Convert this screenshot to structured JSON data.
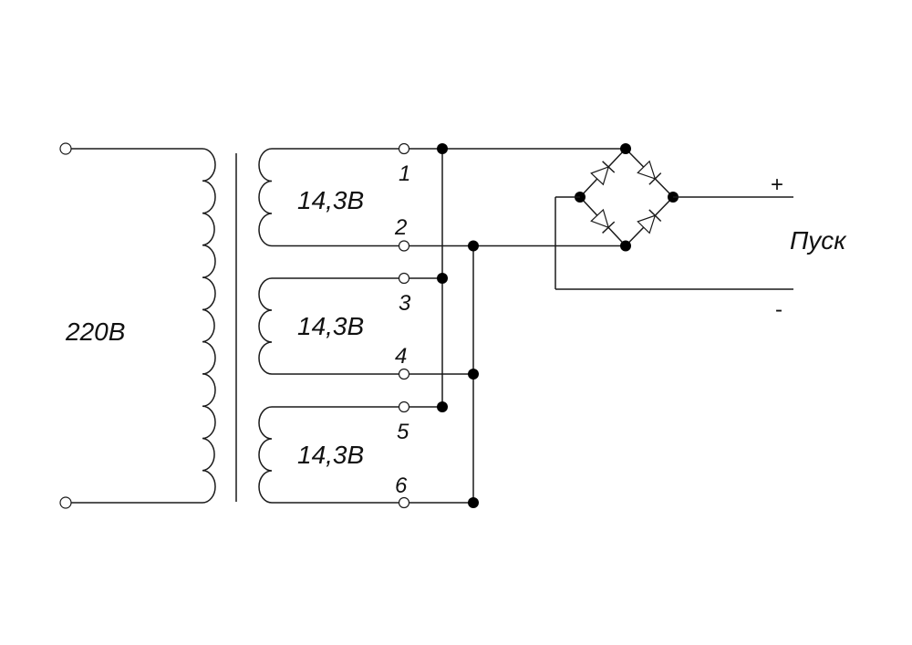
{
  "primary": {
    "voltage_label": "220В"
  },
  "secondaries": [
    {
      "voltage_label": "14,3В",
      "start_pin": "1",
      "end_pin": "2"
    },
    {
      "voltage_label": "14,3В",
      "start_pin": "3",
      "end_pin": "4"
    },
    {
      "voltage_label": "14,3В",
      "start_pin": "5",
      "end_pin": "6"
    }
  ],
  "output": {
    "label": "Пуск",
    "plus": "+",
    "minus": "-"
  }
}
